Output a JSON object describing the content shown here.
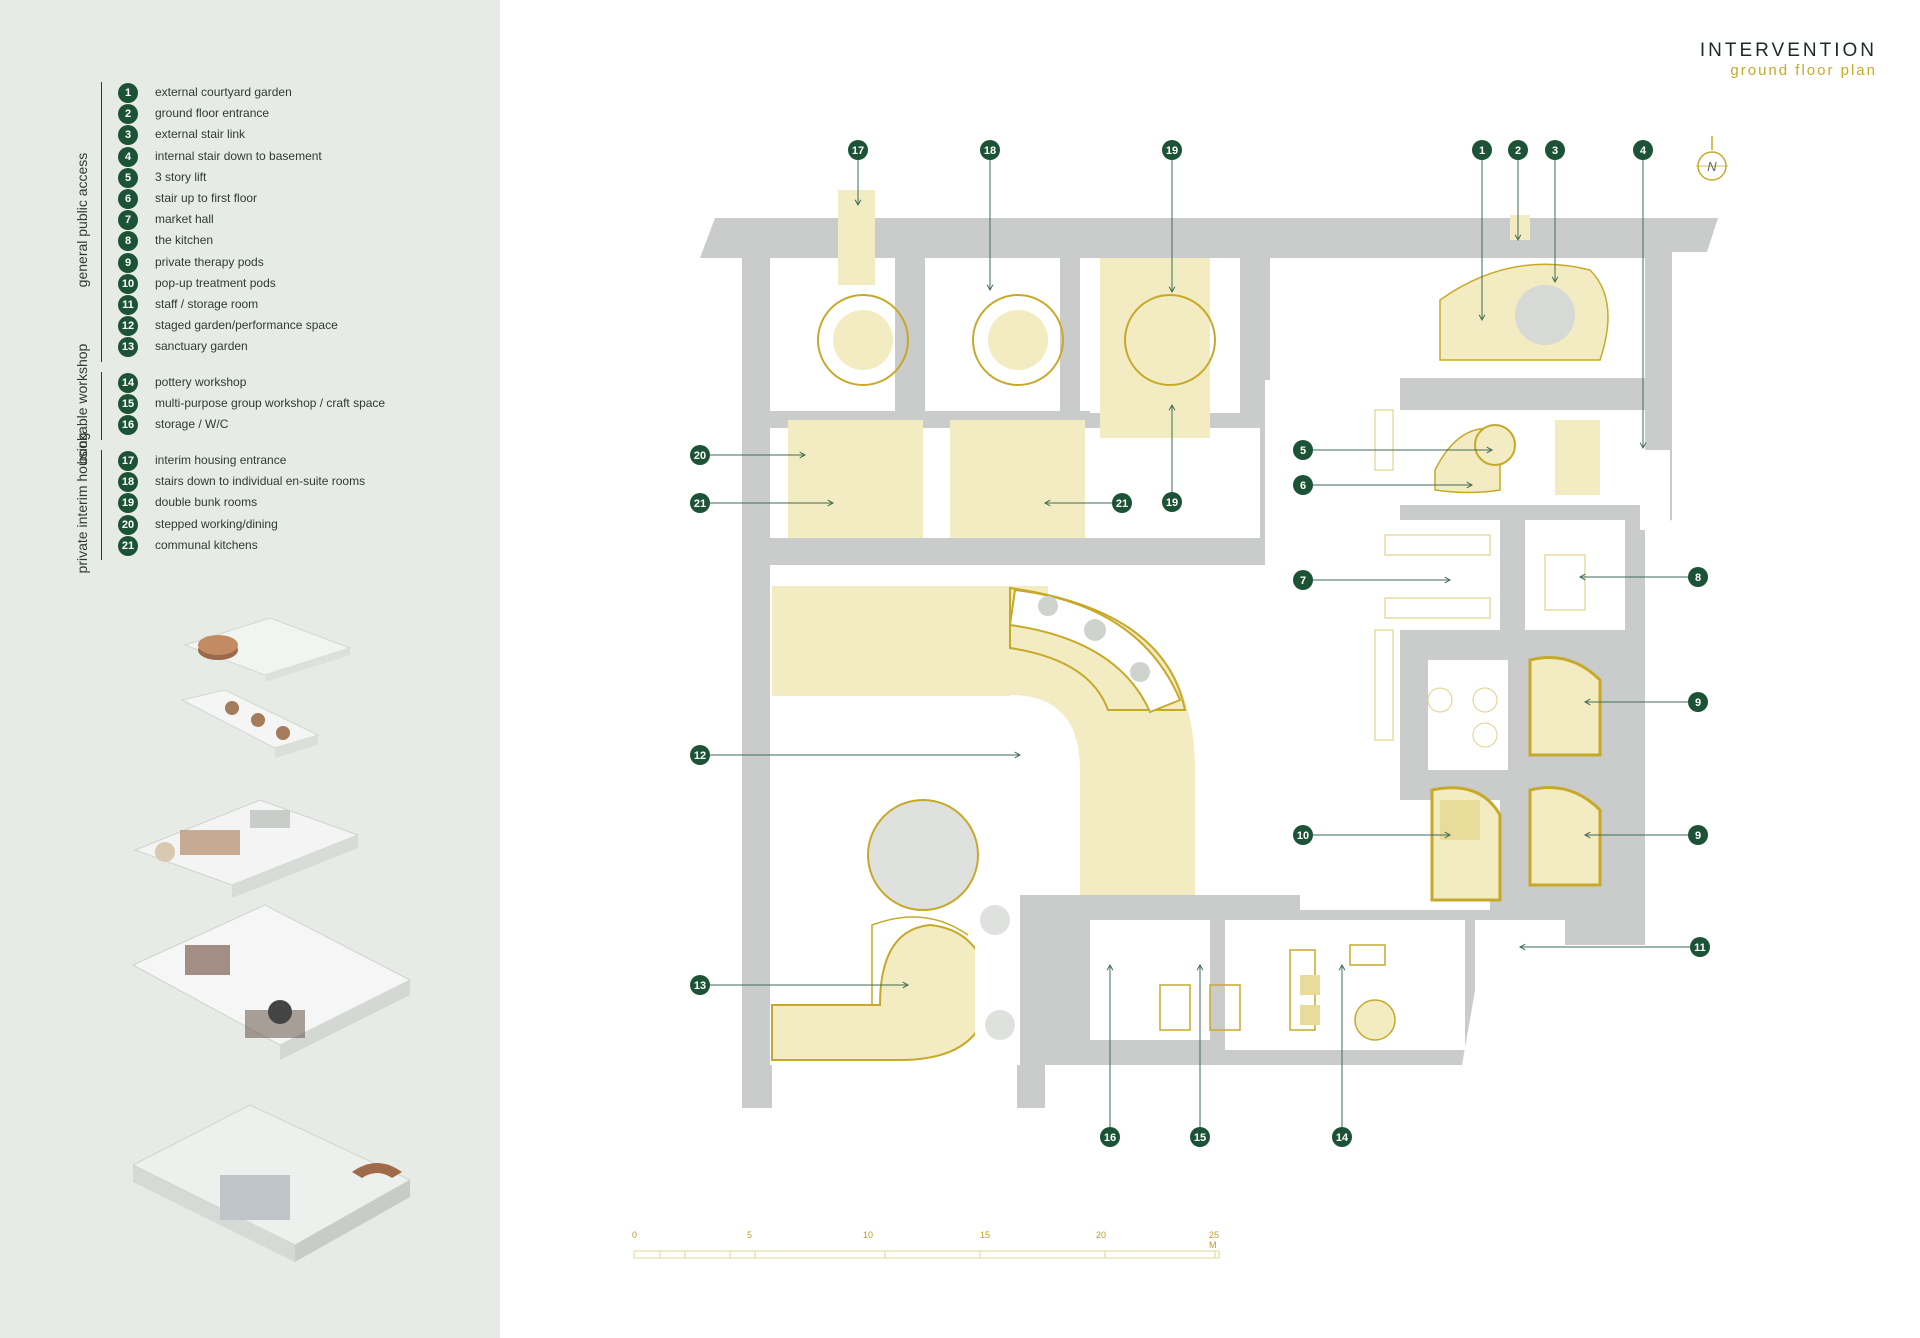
{
  "title": {
    "main": "INTERVENTION",
    "sub": "ground floor plan"
  },
  "legend_groups": [
    {
      "label": "general public access",
      "items": [
        {
          "num": "1",
          "text": "external courtyard garden"
        },
        {
          "num": "2",
          "text": "ground floor entrance"
        },
        {
          "num": "3",
          "text": "external stair link"
        },
        {
          "num": "4",
          "text": "internal stair down to basement"
        },
        {
          "num": "5",
          "text": "3 story lift"
        },
        {
          "num": "6",
          "text": "stair up to first floor"
        },
        {
          "num": "7",
          "text": "market hall"
        },
        {
          "num": "8",
          "text": "the kitchen"
        },
        {
          "num": "9",
          "text": "private therapy pods"
        },
        {
          "num": "10",
          "text": "pop-up treatment pods"
        },
        {
          "num": "11",
          "text": "staff / storage room"
        },
        {
          "num": "12",
          "text": "staged garden/performance space"
        },
        {
          "num": "13",
          "text": "sanctuary garden"
        }
      ]
    },
    {
      "label": "bookable workshop",
      "items": [
        {
          "num": "14",
          "text": "pottery workshop"
        },
        {
          "num": "15",
          "text": "multi-purpose group workshop / craft space"
        },
        {
          "num": "16",
          "text": "storage / W/C"
        }
      ]
    },
    {
      "label": "private interim housing",
      "items": [
        {
          "num": "17",
          "text": "interim housing entrance"
        },
        {
          "num": "18",
          "text": "stairs down to individual en-suite rooms"
        },
        {
          "num": "19",
          "text": "double bunk rooms"
        },
        {
          "num": "20",
          "text": "stepped working/dining"
        },
        {
          "num": "21",
          "text": "communal kitchens"
        }
      ]
    }
  ],
  "north_label": "N",
  "scale_bar": {
    "ticks": [
      "0",
      "5",
      "10",
      "15",
      "20",
      "25 M"
    ]
  },
  "plan_markers": [
    {
      "num": "17"
    },
    {
      "num": "18"
    },
    {
      "num": "19"
    },
    {
      "num": "1"
    },
    {
      "num": "2"
    },
    {
      "num": "3"
    },
    {
      "num": "4"
    },
    {
      "num": "20"
    },
    {
      "num": "21"
    },
    {
      "num": "21"
    },
    {
      "num": "19"
    },
    {
      "num": "5"
    },
    {
      "num": "6"
    },
    {
      "num": "7"
    },
    {
      "num": "8"
    },
    {
      "num": "9"
    },
    {
      "num": "12"
    },
    {
      "num": "10"
    },
    {
      "num": "9"
    },
    {
      "num": "11"
    },
    {
      "num": "13"
    },
    {
      "num": "16"
    },
    {
      "num": "15"
    },
    {
      "num": "14"
    }
  ],
  "colors": {
    "green": "#1c5236",
    "wall": "#c9ccca",
    "yellow_fill": "#f3ebc1",
    "yellow_line": "#c7a92a",
    "sidebar": "#e6ebe6"
  }
}
